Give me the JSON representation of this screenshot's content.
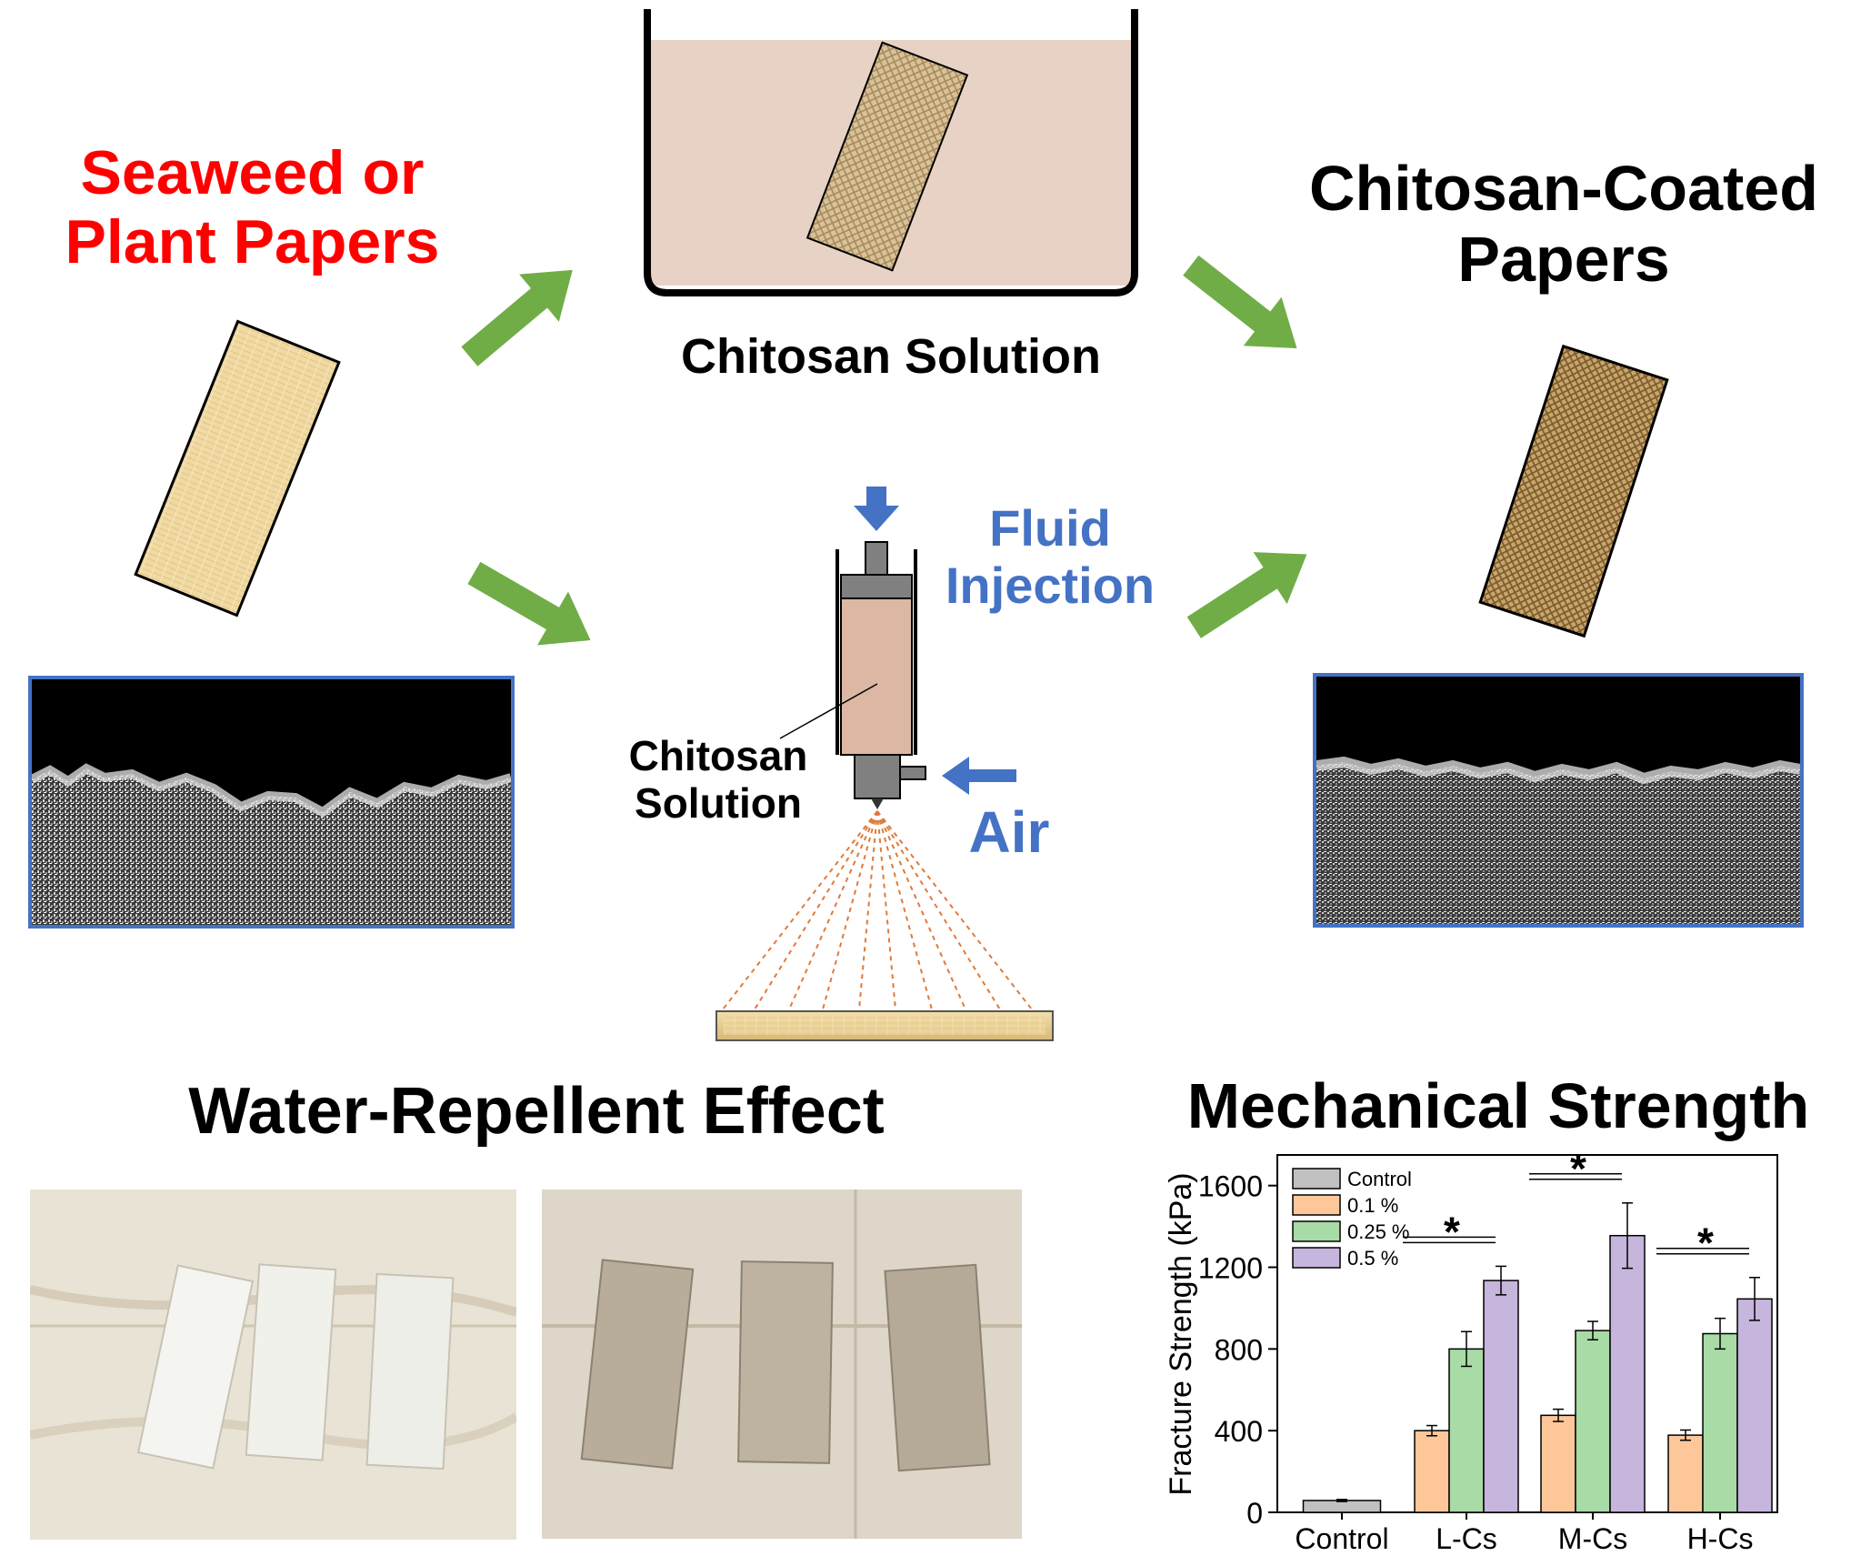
{
  "labels": {
    "seaweed": "Seaweed or\nPlant Papers",
    "chitosan_solution_top": "Chitosan Solution",
    "chitosan_coated": "Chitosan-Coated\nPapers",
    "fluid_injection": "Fluid\nInjection",
    "chitosan_solution_syringe": "Chitosan\nSolution",
    "air": "Air",
    "water_repellent": "Water-Repellent Effect",
    "mechanical_strength": "Mechanical Strength"
  },
  "colors": {
    "red_text": "#ff0000",
    "blue_text": "#4472c4",
    "arrow_green": "#70ad47",
    "arrow_blue": "#4472c4",
    "solution_pink": "#e8d2c6",
    "syringe_pink": "#dcb7a3"
  },
  "chart_data": {
    "type": "bar",
    "ylabel": "Fracture Strength (kPa)",
    "xlabel": "",
    "ylim": [
      0,
      1750
    ],
    "yticks": [
      "0",
      "400",
      "800",
      "1200",
      "1600"
    ],
    "categories": [
      "Control",
      "L-Cs",
      "M-Cs",
      "H-Cs"
    ],
    "legend_position": "top-left",
    "series": [
      {
        "name": "Control",
        "color": "#c0c0c0",
        "values": [
          58,
          null,
          null,
          null
        ],
        "errors": [
          5,
          null,
          null,
          null
        ]
      },
      {
        "name": "0.1 %",
        "color": "#fdc79a",
        "values": [
          null,
          400,
          475,
          378
        ],
        "errors": [
          null,
          25,
          30,
          25
        ]
      },
      {
        "name": "0.25 %",
        "color": "#a8dba5",
        "values": [
          null,
          800,
          890,
          875
        ],
        "errors": [
          null,
          85,
          45,
          75
        ]
      },
      {
        "name": "0.5 %",
        "color": "#c6b5dc",
        "values": [
          null,
          1135,
          1355,
          1045
        ],
        "errors": [
          null,
          70,
          160,
          105
        ]
      }
    ],
    "annotations": [
      {
        "text": "*",
        "category": "L-Cs"
      },
      {
        "text": "*",
        "category": "M-Cs"
      },
      {
        "text": "*",
        "category": "H-Cs"
      }
    ]
  }
}
